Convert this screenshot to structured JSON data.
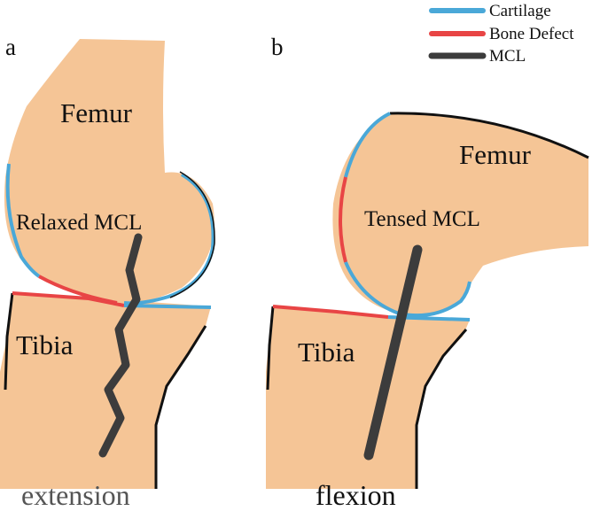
{
  "figure": {
    "legend": {
      "items": [
        {
          "label": "Cartilage",
          "color": "#4aa8d8"
        },
        {
          "label": "Bone Defect",
          "color": "#e84545"
        },
        {
          "label": "MCL",
          "color": "#3c3c3c"
        }
      ]
    },
    "panels": [
      {
        "letter": "a",
        "femur_label": "Femur",
        "mcl_label": "Relaxed MCL",
        "tibia_label": "Tibia",
        "caption": "extension"
      },
      {
        "letter": "b",
        "femur_label": "Femur",
        "mcl_label": "Tensed MCL",
        "tibia_label": "Tibia",
        "caption": "flexion"
      }
    ],
    "colors": {
      "bone": "#f5c596",
      "outline": "#111111",
      "cartilage": "#4aa8d8",
      "defect": "#e84545",
      "ligament": "#3c3c3c",
      "caption_a": "#555555",
      "caption_b": "#111111"
    }
  }
}
